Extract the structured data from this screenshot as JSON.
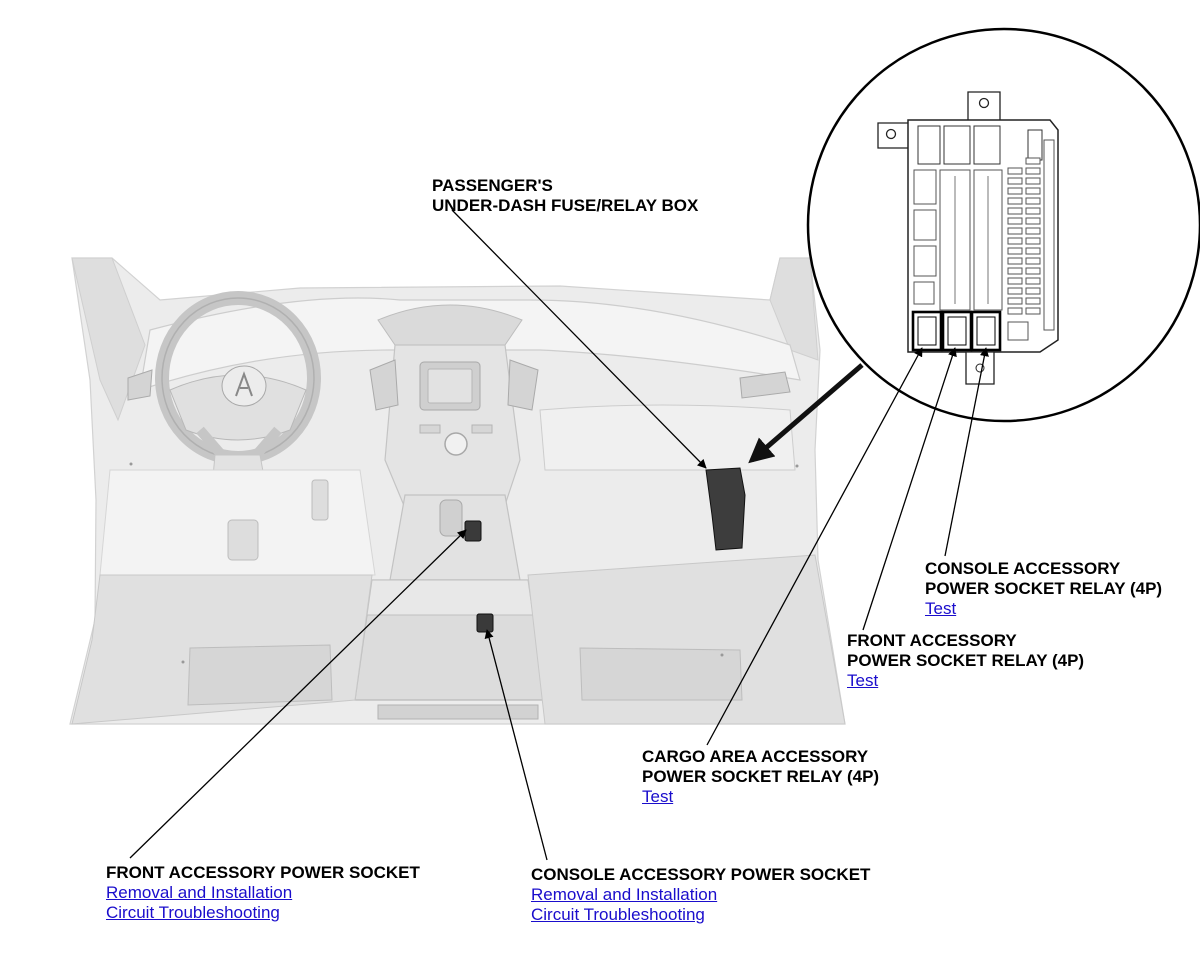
{
  "labels": {
    "underdash_box": {
      "line1": "PASSENGER'S",
      "line2": "UNDER-DASH FUSE/RELAY BOX"
    },
    "console_relay": {
      "line1": "CONSOLE ACCESSORY",
      "line2": "POWER SOCKET RELAY (4P)",
      "link_test": "Test"
    },
    "front_relay": {
      "line1": "FRONT ACCESSORY",
      "line2": "POWER SOCKET RELAY (4P)",
      "link_test": "Test"
    },
    "cargo_relay": {
      "line1": "CARGO AREA ACCESSORY",
      "line2": "POWER SOCKET RELAY (4P)",
      "link_test": "Test"
    },
    "front_socket": {
      "title": "FRONT ACCESSORY POWER SOCKET",
      "link_removal": "Removal and Installation",
      "link_circuit": "Circuit Troubleshooting"
    },
    "console_socket": {
      "title": "CONSOLE ACCESSORY POWER SOCKET",
      "link_removal": "Removal and Installation",
      "link_circuit": "Circuit Troubleshooting"
    }
  },
  "colors": {
    "link": "#1a0dcc",
    "text": "#000000",
    "line": "#000000",
    "interior_fill": "#e6e6e6"
  },
  "icons": {
    "steering_wheel_logo": "acura-logo-icon"
  }
}
